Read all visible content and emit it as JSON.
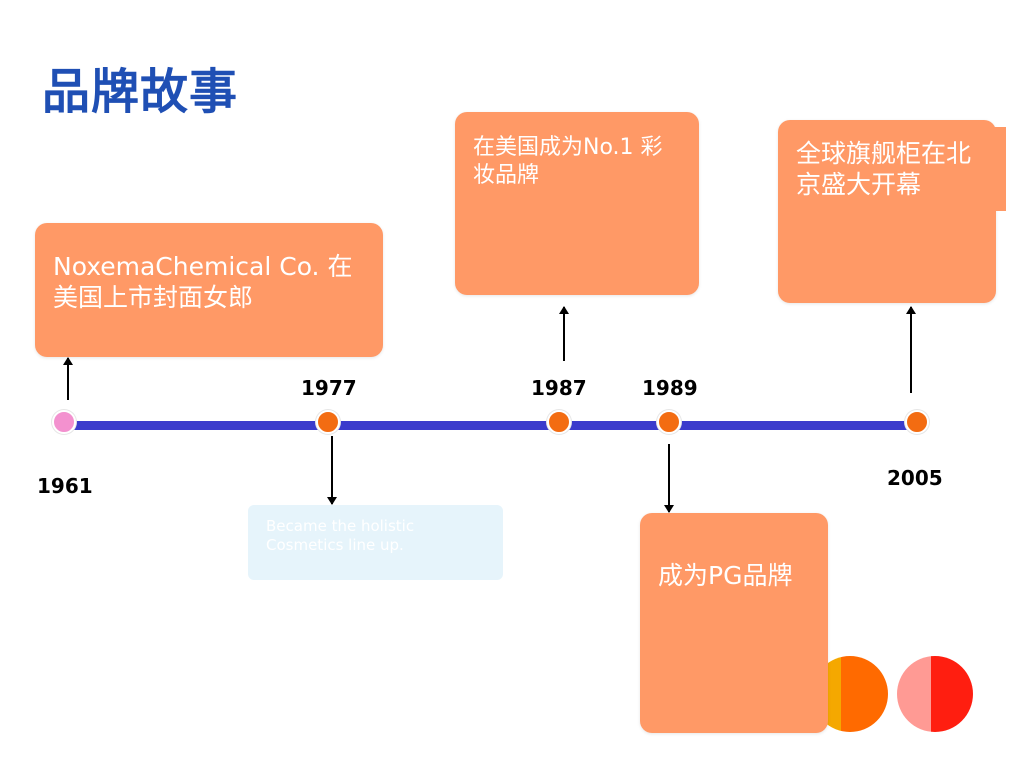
{
  "title": "品牌故事",
  "years": {
    "y1961": "1961",
    "y1977": "1977",
    "y1987": "1987",
    "y1989": "1989",
    "y2005": "2005"
  },
  "cards": {
    "noxema": "NoxemaChemical Co. 在美国上市封面女郎",
    "no1": "在美国成为No.1 彩妆品牌",
    "flagship": "全球旗舰柜在北京盛大开幕",
    "pg": "成为PG品牌"
  },
  "faint_note": "Became the holistic Cosmetics line up.",
  "colors": {
    "title": "#1f4fb4",
    "line": "#3b3bcc",
    "card": "#ff9966",
    "dot": "#f36c12",
    "dot_first": "#f391cf"
  }
}
